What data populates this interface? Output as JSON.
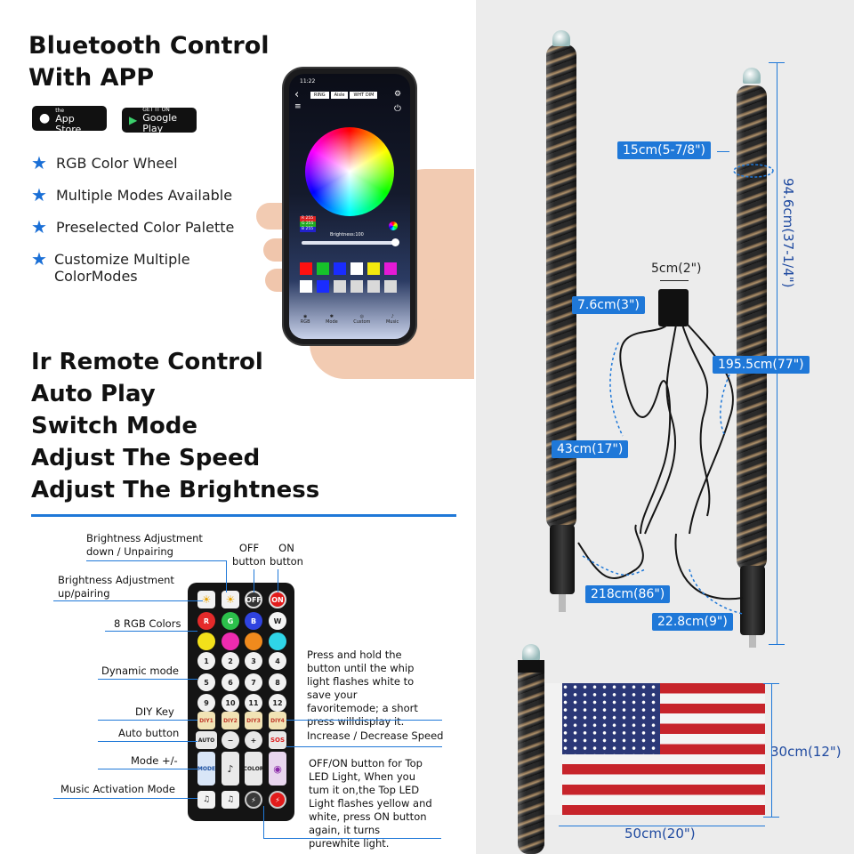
{
  "left_top": {
    "title_line1": "Bluetooth Control",
    "title_line2": "With APP",
    "app_store": {
      "small": "Download on the",
      "big": "App Store"
    },
    "google_play": {
      "small": "GET IT ON",
      "big": "Google Play"
    },
    "features": [
      "RGB Color Wheel",
      "Multiple Modes Available",
      "Preselected Color Palette",
      "Customize Multiple ColorModes"
    ]
  },
  "phone": {
    "time": "11:22",
    "tabs": [
      "RING",
      "Aisle",
      "WHT DIM"
    ],
    "rgb_readout": [
      "R 255",
      "G 255",
      "B 255"
    ],
    "brightness_label": "Brightness:100",
    "nav": [
      "RGB",
      "Mode",
      "Custom",
      "Music"
    ],
    "palette_row1": [
      "#ff1010",
      "#16c22a",
      "#1a2cff",
      "#ffffff",
      "#f2e80e",
      "#e51ad6"
    ],
    "palette_row2": [
      "#ffffff",
      "#1a2cff",
      "#d9d9d9",
      "#d9d9d9",
      "#d9d9d9",
      "#d9d9d9"
    ]
  },
  "left_mid": {
    "lines": [
      "Ir Remote Control",
      "Auto Play",
      "Switch Mode",
      "Adjust The Speed",
      "Adjust The Brightness"
    ]
  },
  "remote": {
    "labels_left": {
      "brightness_down": "Brightness Adjustment down / Unpairing",
      "brightness_up": "Brightness Adjustment up/pairing",
      "rgb_colors": "8 RGB Colors",
      "dynamic_mode": "Dynamic mode",
      "diy_key": "DIY Key",
      "auto_button": "Auto button",
      "mode": "Mode +/-",
      "music": "Music Activation Mode"
    },
    "labels_top": {
      "off": "OFF button",
      "on": "ON button"
    },
    "labels_right": {
      "hold": "Press and hold the button until the whip light flashes white to save your favoritemode; a short press willdisplay it.",
      "speed": "Increase / Decrease Speed",
      "top_light": "OFF/ON button for Top LED Light, When you tum it on,the Top LED Light flashes yellow and white, press ON button again, it turns purewhite light."
    },
    "buttons": {
      "off": "OFF",
      "on": "ON",
      "r": "R",
      "g": "G",
      "b": "B",
      "w": "W",
      "numbers": [
        "1",
        "2",
        "3",
        "4",
        "5",
        "6",
        "7",
        "8",
        "9",
        "10",
        "11",
        "12"
      ],
      "diy": [
        "DIY1",
        "DIY2",
        "DIY3",
        "DIY4"
      ],
      "auto": "AUTO",
      "sos": "SOS",
      "mode": "MODE",
      "color": "COLOR"
    }
  },
  "dimensions": {
    "d15": "15cm(5-7/8\")",
    "d94": "94.6cm(37-1/4\")",
    "d5": "5cm(2\")",
    "d76": "7.6cm(3\")",
    "d1955": "195.5cm(77\")",
    "d43": "43cm(17\")",
    "d218": "218cm(86\")",
    "d228": "22.8cm(9\")",
    "d30": "30cm(12\")",
    "d50": "50cm(20\")"
  },
  "colors": {
    "accent": "#1f78d8",
    "right_bg": "#ececec"
  }
}
